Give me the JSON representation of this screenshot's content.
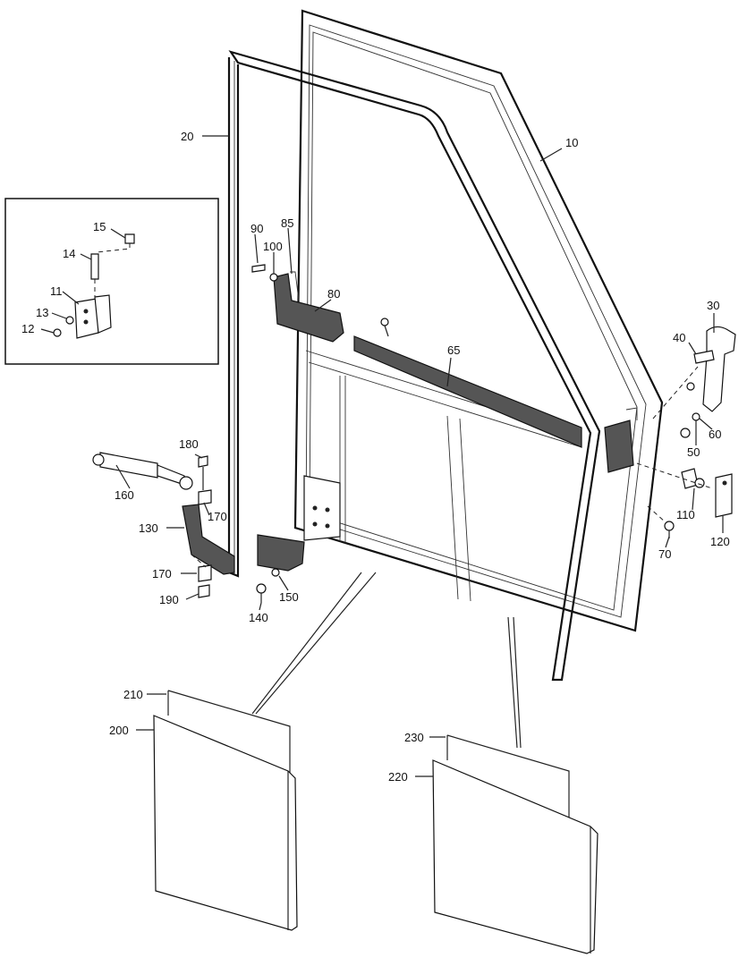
{
  "callouts": [
    {
      "id": "c10",
      "text": "10"
    },
    {
      "id": "c11",
      "text": "11"
    },
    {
      "id": "c12",
      "text": "12"
    },
    {
      "id": "c13",
      "text": "13"
    },
    {
      "id": "c14",
      "text": "14"
    },
    {
      "id": "c15",
      "text": "15"
    },
    {
      "id": "c20",
      "text": "20"
    },
    {
      "id": "c30",
      "text": "30"
    },
    {
      "id": "c40",
      "text": "40"
    },
    {
      "id": "c50",
      "text": "50"
    },
    {
      "id": "c60",
      "text": "60"
    },
    {
      "id": "c65",
      "text": "65"
    },
    {
      "id": "c70",
      "text": "70"
    },
    {
      "id": "c80",
      "text": "80"
    },
    {
      "id": "c85",
      "text": "85"
    },
    {
      "id": "c90",
      "text": "90"
    },
    {
      "id": "c100",
      "text": "100"
    },
    {
      "id": "c110",
      "text": "110"
    },
    {
      "id": "c120",
      "text": "120"
    },
    {
      "id": "c130",
      "text": "130"
    },
    {
      "id": "c140",
      "text": "140"
    },
    {
      "id": "c150",
      "text": "150"
    },
    {
      "id": "c160",
      "text": "160"
    },
    {
      "id": "c170a",
      "text": "170"
    },
    {
      "id": "c170b",
      "text": "170"
    },
    {
      "id": "c180",
      "text": "180"
    },
    {
      "id": "c190",
      "text": "190"
    },
    {
      "id": "c200",
      "text": "200"
    },
    {
      "id": "c210",
      "text": "210"
    },
    {
      "id": "c220",
      "text": "220"
    },
    {
      "id": "c230",
      "text": "230"
    }
  ]
}
